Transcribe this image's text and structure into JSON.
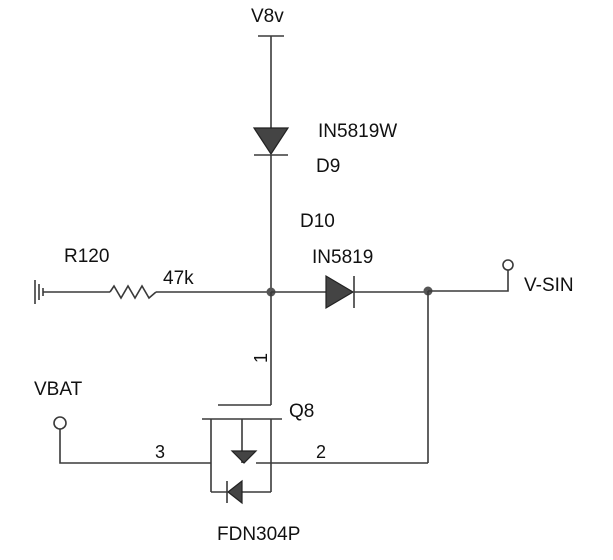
{
  "nets": {
    "supply": "V8v",
    "battery": "VBAT",
    "output": "V-SIN"
  },
  "components": {
    "d9": {
      "ref": "D9",
      "part": "IN5819W"
    },
    "d10": {
      "ref": "D10",
      "part": "IN5819"
    },
    "r120": {
      "ref": "R120",
      "value": "47k"
    },
    "q8": {
      "ref": "Q8",
      "part": "FDN304P",
      "pin_gate": "1",
      "pin_drain": "2",
      "pin_source": "3"
    }
  },
  "colors": {
    "wire": "#3a3a3a",
    "diode_fill": "#444444",
    "background": "#ffffff"
  }
}
